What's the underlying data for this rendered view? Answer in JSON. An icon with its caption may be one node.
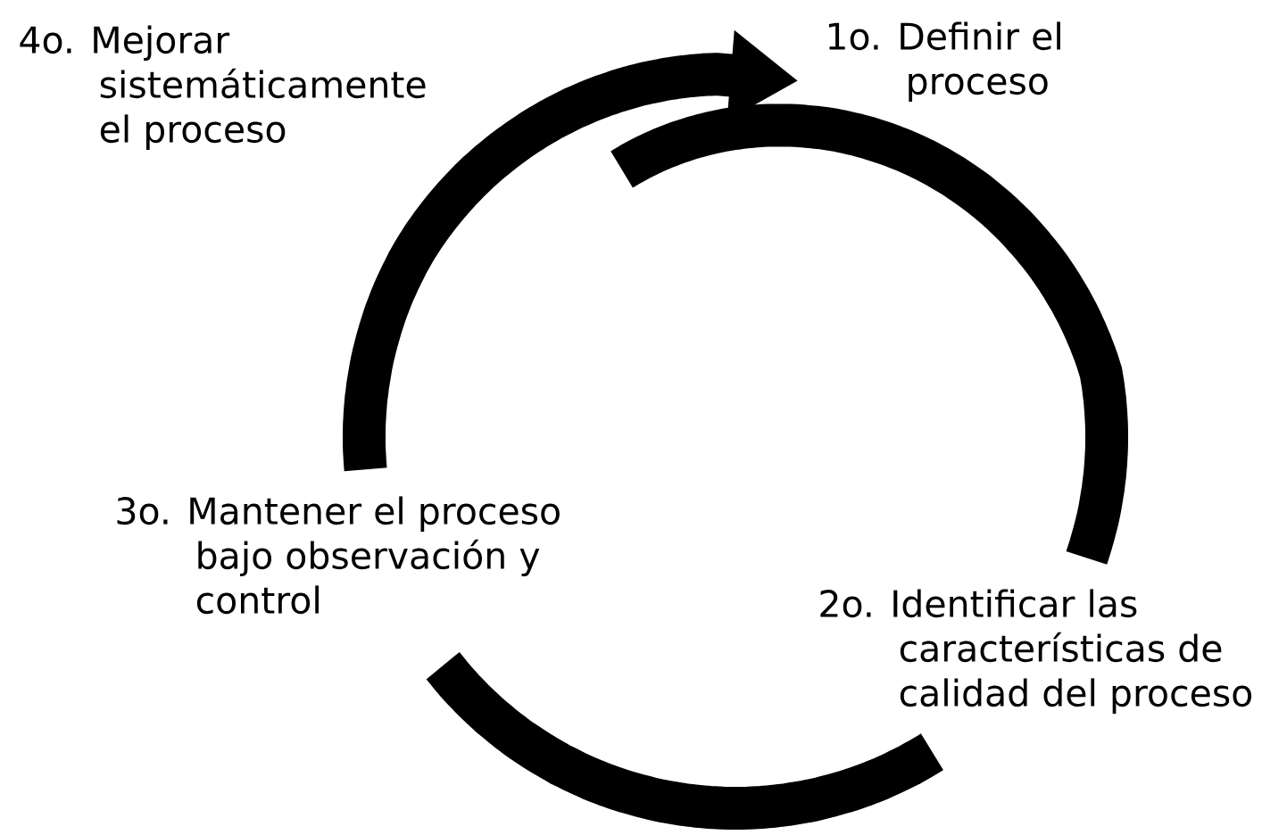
{
  "diagram": {
    "nodes": [
      {
        "text": [
          "1o. Definir el proceso"
        ]
      },
      {
        "text": [
          "3o. Mantener el proceso bajo observación y control"
        ]
      },
      {
        "text": [
          "2o. Identificar las características de calidad del proceso"
        ]
      }
    ],
    "edges": [
      {
        "from": null,
        "to": 2,
        "arrow": "none"
      },
      {
        "from": 2,
        "to": 1,
        "arrow": "none"
      },
      {
        "from": 1,
        "to": 0,
        "arrow": "to"
      }
    ],
    "labels": [
      "4o. Mejorar sistemáticamente el proceso"
    ]
  }
}
